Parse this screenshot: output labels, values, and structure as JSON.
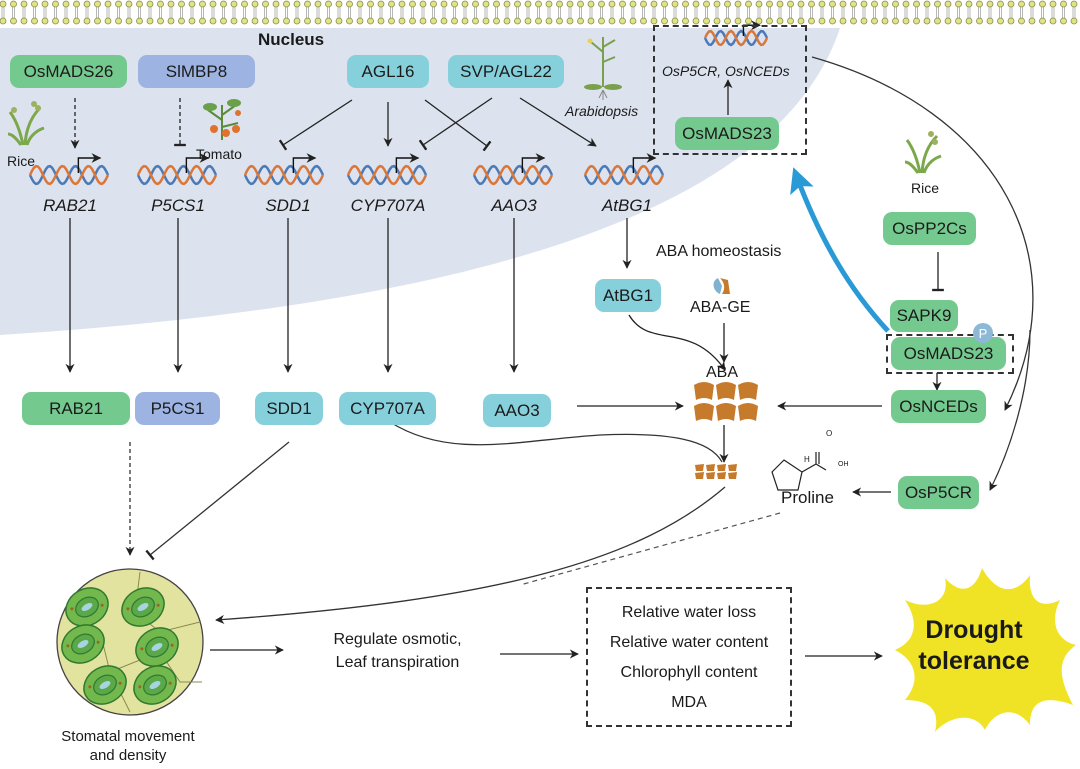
{
  "title": "Nucleus",
  "nucleus_regulators": [
    {
      "id": "osmads26",
      "label": "OsMADS26",
      "color": "green"
    },
    {
      "id": "slmbp8",
      "label": "SlMBP8",
      "color": "blue"
    },
    {
      "id": "agl16",
      "label": "AGL16",
      "color": "cyan"
    },
    {
      "id": "svp-agl22",
      "label": "SVP/AGL22",
      "color": "cyan"
    }
  ],
  "organisms": {
    "rice_left": "Rice",
    "tomato": "Tomato",
    "arabidopsis": "Arabidopsis",
    "rice_right": "Rice"
  },
  "genes": [
    "RAB21",
    "P5CS1",
    "SDD1",
    "CYP707A",
    "AAO3",
    "AtBG1"
  ],
  "osmads23_box": {
    "gene_label": "OsP5CR, OsNCEDs",
    "regulator": "OsMADS23"
  },
  "proteins": {
    "rab21": "RAB21",
    "p5cs1": "P5CS1",
    "sdd1": "SDD1",
    "cyp707a": "CYP707A",
    "aao3": "AAO3",
    "atbg1": "AtBG1"
  },
  "aba": {
    "homeostasis": "ABA homeostasis",
    "aba_ge": "ABA-GE",
    "aba": "ABA"
  },
  "rice_pathway": {
    "ospp2cs": "OsPP2Cs",
    "sapk9": "SAPK9",
    "osmads23": "OsMADS23",
    "phospho": "P",
    "osnceds": "OsNCEDs",
    "osp5cr": "OsP5CR"
  },
  "proline": {
    "label": "Proline",
    "h": "H",
    "o": "O",
    "oh": "OH"
  },
  "stomata": {
    "line1": "Stomatal movement",
    "line2": "and density"
  },
  "regulate": {
    "line1": "Regulate  osmotic,",
    "line2": "Leaf transpiration"
  },
  "traits": [
    "Relative water loss",
    "Relative water content",
    "Chlorophyll content",
    "MDA"
  ],
  "outcome": {
    "line1": "Drought",
    "line2": "tolerance"
  },
  "colors": {
    "nucleus_bg": "#dde3ee",
    "green": "#74c98f",
    "blue": "#9db3e2",
    "cyan": "#86d0dc",
    "aba": "#c67a2c",
    "highlight_arrow": "#2a9ad6",
    "starburst": "#f0e326",
    "membrane": "#d9e07a"
  }
}
